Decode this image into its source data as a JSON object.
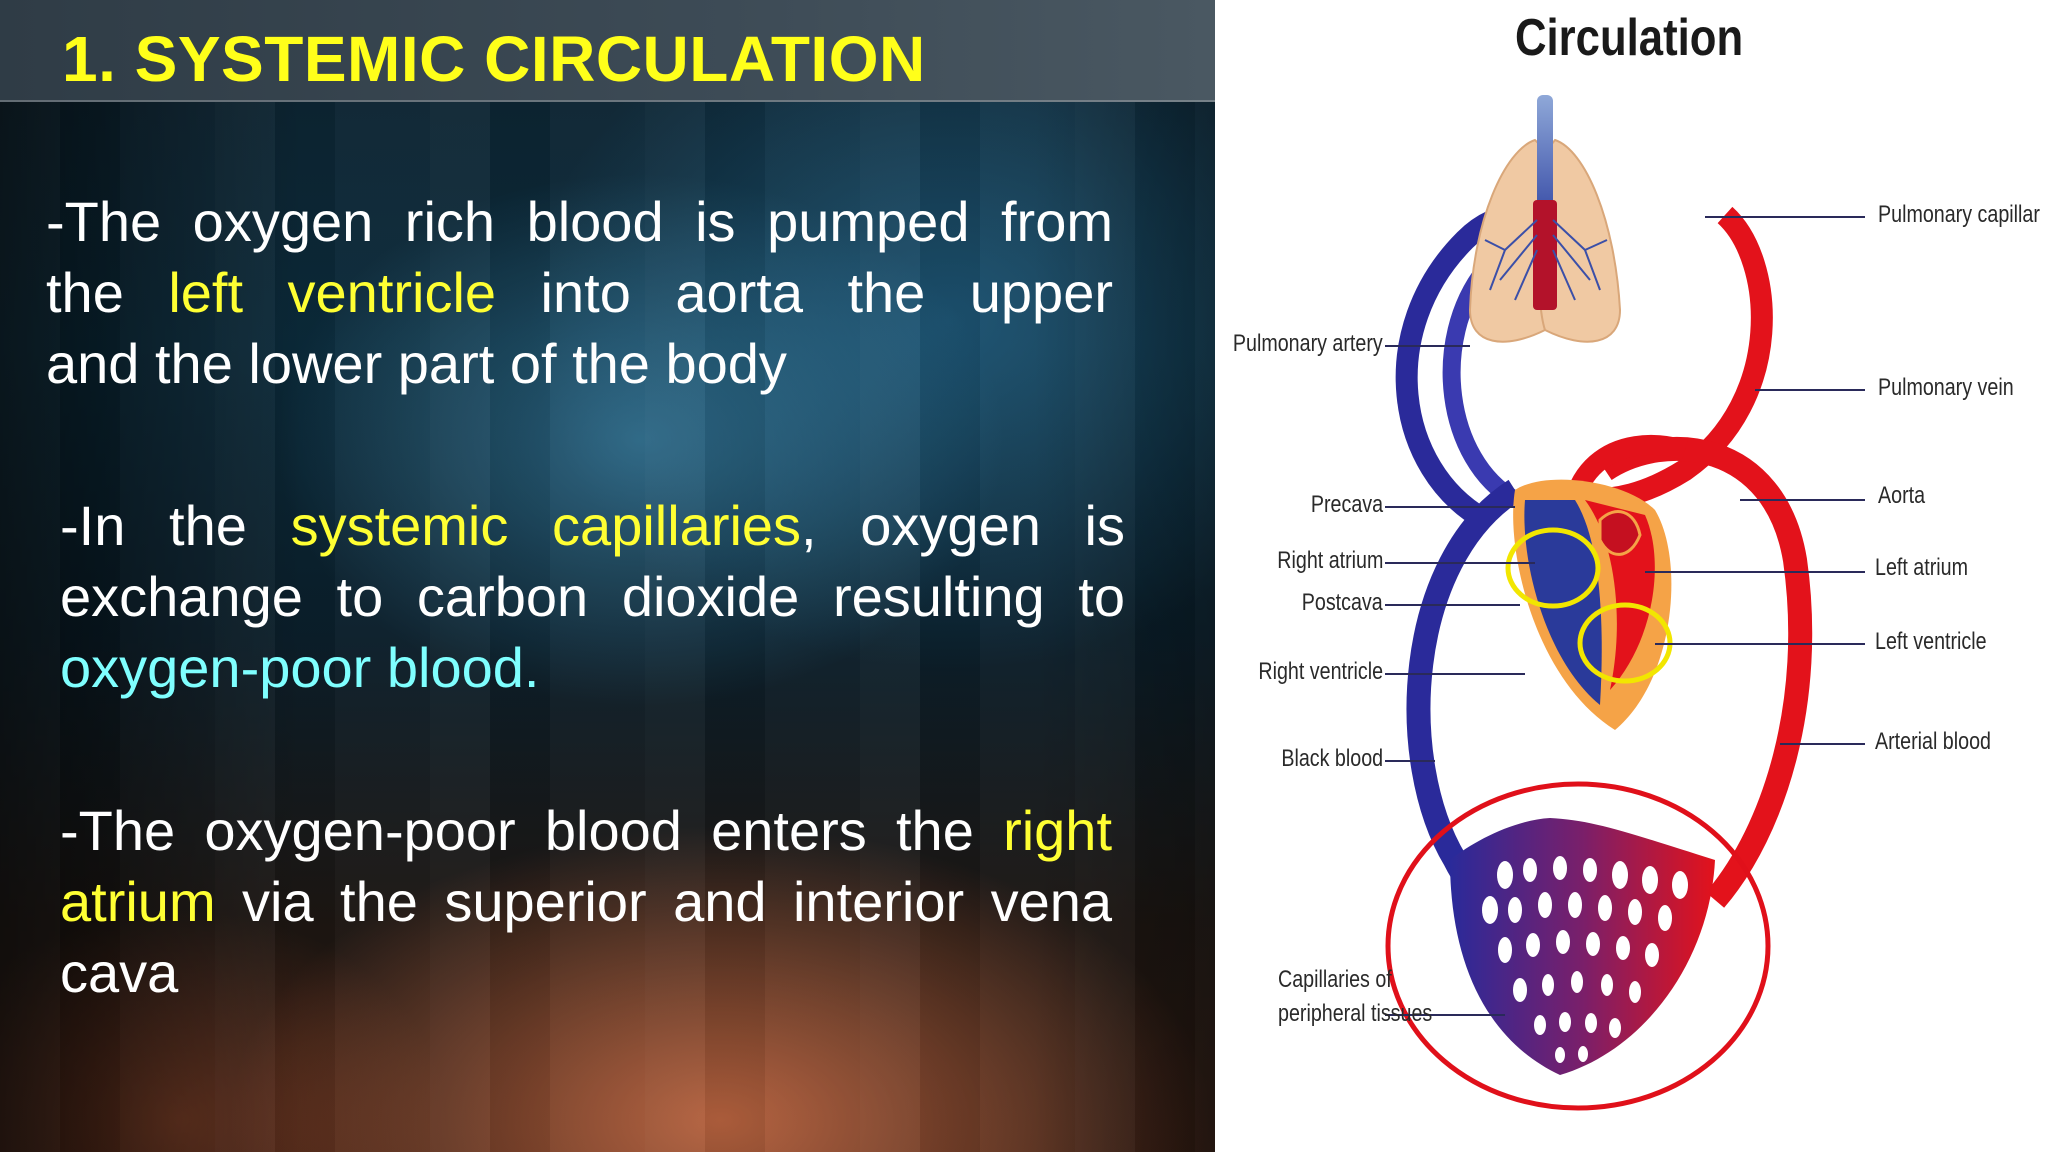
{
  "slide": {
    "title": "1. SYSTEMIC CIRCULATION",
    "p1": {
      "line1": "-The oxygen rich blood is pumped from",
      "line2_a": "the ",
      "line2_hl": "left ventricle",
      "line2_b": " into aorta the upper",
      "line3": "and the lower part of the body"
    },
    "p2": {
      "line1_a": "-In the ",
      "line1_hl": "systemic capillaries",
      "line1_b": ", oxygen is",
      "line2": "exchange to carbon dioxide resulting to",
      "line3_cyan": "oxygen-poor blood."
    },
    "p3": {
      "line1_a": "-The oxygen-poor blood enters the ",
      "line1_hl": "right",
      "line2_hl": "atrium",
      "line2_b": " via the superior and interior vena",
      "line3": "cava"
    },
    "colors": {
      "highlight": "#ffff33",
      "cyan": "#7fffff",
      "title": "#ffff1a"
    }
  },
  "diagram": {
    "title": "Circulation",
    "labels_left": {
      "pulmonary_artery": "Pulmonary artery",
      "precava": "Precava",
      "right_atrium": "Right atrium",
      "postcava": "Postcava",
      "right_ventricle": "Right ventricle",
      "black_blood": "Black blood",
      "capillaries_1": "Capillaries of",
      "capillaries_2": "peripheral tissues"
    },
    "labels_right": {
      "pulmonary_capillary": "Pulmonary capillar",
      "pulmonary_vein": "Pulmonary vein",
      "aorta": "Aorta",
      "left_atrium": "Left atrium",
      "left_ventricle": "Left ventricle",
      "arterial_blood": "Arterial blood"
    },
    "colors": {
      "oxygenated": "#e3121b",
      "deoxygenated": "#2a2a9a",
      "lungs": "#f0c9a3",
      "heart_outer": "#f5a347",
      "annotation_yellow": "#f2e600",
      "annotation_red": "#e0101a"
    }
  }
}
